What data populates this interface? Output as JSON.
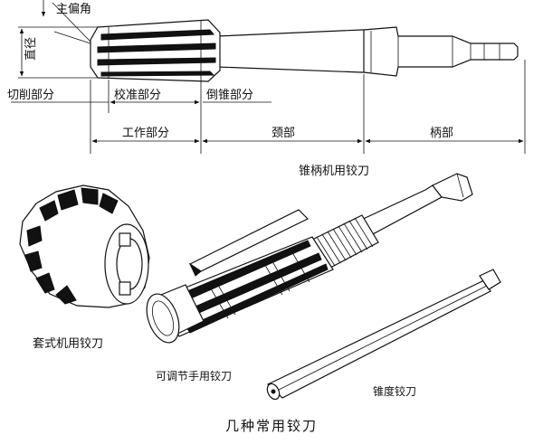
{
  "labels": {
    "main_angle": "主偏角",
    "diameter": "直径",
    "cutting_part": "切削部分",
    "calibration_part": "校准部分",
    "back_taper_part": "倒锥部分",
    "working_part": "工作部分",
    "neck_part": "颈部",
    "shank_part": "柄部",
    "taper_shank_reamer": "锥柄机用铰刀",
    "shell_reamer": "套式机用铰刀",
    "adjustable_hand_reamer": "可调节手用铰刀",
    "taper_reamer": "锥度铰刀",
    "figure_caption": "几种常用铰刀"
  }
}
